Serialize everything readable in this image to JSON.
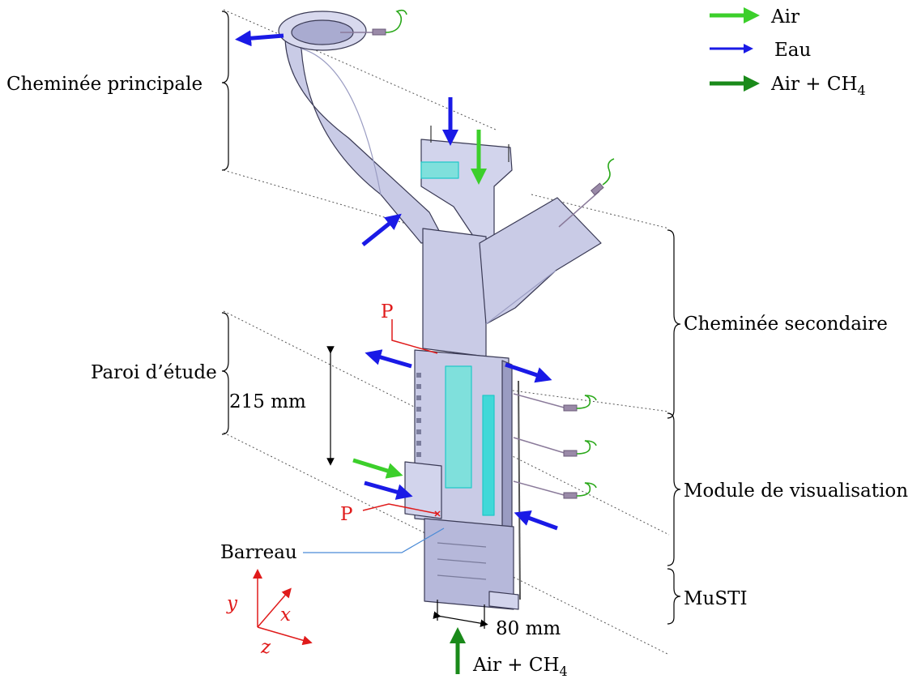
{
  "legend": [
    {
      "label": "Air",
      "sub": "",
      "color": "#3ccf2b"
    },
    {
      "label": "Eau",
      "sub": "",
      "color": "#1a1ae6"
    },
    {
      "label": "Air + CH",
      "sub": "4",
      "color": "#1a8a1a"
    }
  ],
  "labels": {
    "chimney_main": "Cheminée principale",
    "chimney_secondary": "Cheminée secondaire",
    "study_wall": "Paroi d’étude",
    "dimension_height": "215 mm",
    "visualization_module": "Module de visualisation",
    "musti": "MuSTI",
    "bar": "Barreau",
    "dimension_width": "80 mm",
    "inlet": "Air + CH",
    "inlet_sub": "4",
    "pressure_top": "P",
    "pressure_bottom": "P"
  },
  "axes": {
    "x": "x",
    "y": "y",
    "z": "z",
    "color": "#e01b1b"
  },
  "colors": {
    "body": "#c9cbe6",
    "body_dark": "#9a9cc2",
    "window": "#7fe0dc",
    "window_edge": "#20c8c8",
    "edge": "#3a3a55"
  }
}
